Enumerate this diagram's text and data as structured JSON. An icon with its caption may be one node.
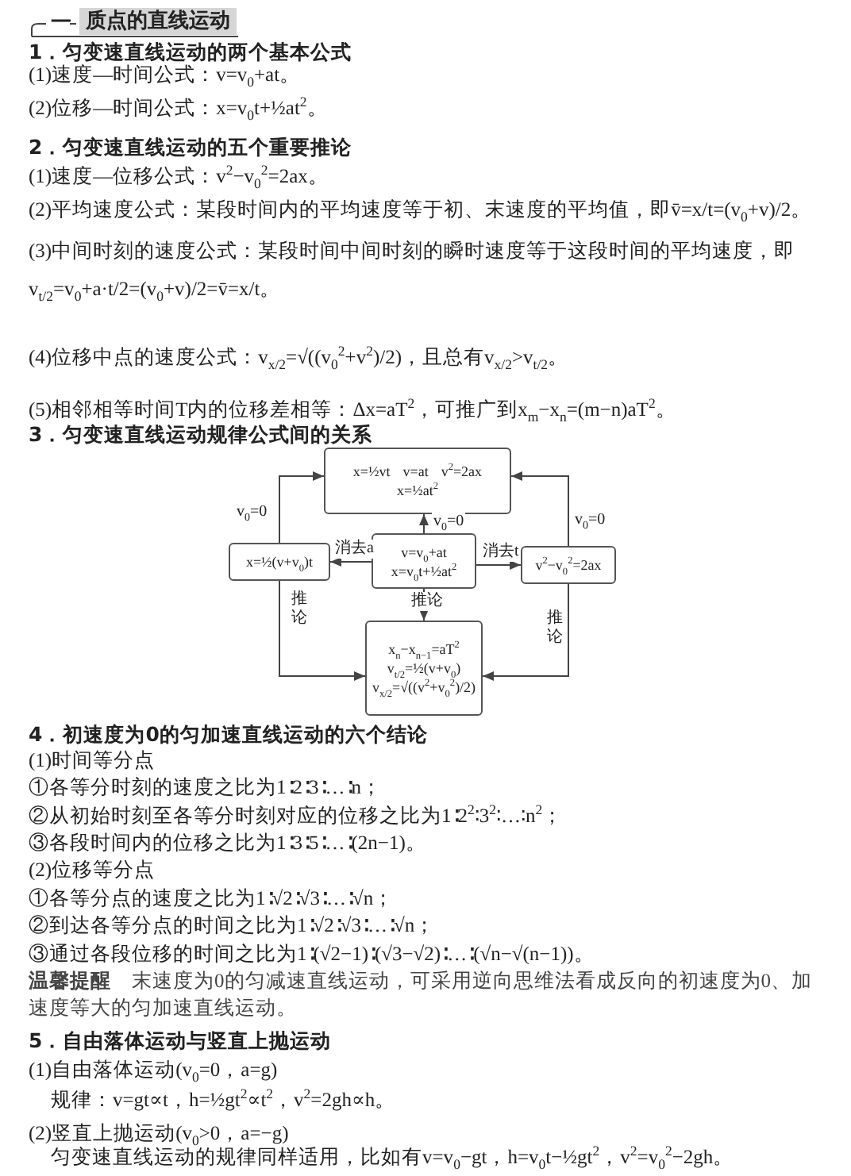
{
  "diagram": {
    "title": "质点的直线运动",
    "nodes": [
      {
        "text": [
          "x=½vt",
          "v=at",
          "v$^{2}$=2ax",
          "x=½at$^{2}$"
        ]
      },
      {
        "text": [
          "x=½(v+v$_{0}$)t"
        ]
      },
      {
        "text": [
          "v=v$_{0}$+at",
          "x=v$_{0}$t+½at$^{2}$"
        ]
      },
      {
        "text": [
          "v$^{2}$−v$_{0}$$^{2}$=2ax"
        ]
      },
      {
        "text": [
          "x$_{n}$−x$_{n−1}$=aT$^{2}$",
          "v$_{t/2}$=½(v+v$_{0}$)",
          "v$_{x/2}$=√((v$^{2}$+v$_{0}$$^{2}$)/2)"
        ]
      }
    ],
    "edges": [
      {
        "from": 2,
        "to": 0,
        "arrow": "to",
        "label": "v$_{0}$=0"
      },
      {
        "from": 2,
        "to": 1,
        "arrow": "to",
        "label": "消去a"
      },
      {
        "from": 2,
        "to": 3,
        "arrow": "to",
        "label": "消去t"
      },
      {
        "from": 2,
        "to": 4,
        "arrow": "to",
        "label": "推论"
      },
      {
        "from": 1,
        "to": 0,
        "arrow": "to",
        "label": "v$_{0}$=0"
      },
      {
        "from": 3,
        "to": 0,
        "arrow": "to",
        "label": "v$_{0}$=0"
      },
      {
        "from": 1,
        "to": 4,
        "arrow": "to",
        "label": "推论"
      },
      {
        "from": 3,
        "to": 4,
        "arrow": "to",
        "label": "推论"
      }
    ],
    "labels": [
      "一",
      "1．匀变速直线运动的两个基本公式",
      "(1)速度—时间公式：v=v$_{0}$+at。",
      "(2)位移—时间公式：x=v$_{0}$t+½at$^{2}$。",
      "2．匀变速直线运动的五个重要推论",
      "(1)速度—位移公式：v$^{2}$−v$_{0}$$^{2}$=2ax。",
      "(2)平均速度公式：某段时间内的平均速度等于初、末速度的平均值，即v̄=x/t=(v$_{0}$+v)/2。",
      "(3)中间时刻的速度公式：某段时间中间时刻的瞬时速度等于这段时间的平均速度，即",
      "v$_{t/2}$=v$_{0}$+a·t/2=(v$_{0}$+v)/2=v̄=x/t。",
      "(4)位移中点的速度公式：v$_{x/2}$=√((v$_{0}$$^{2}$+v$^{2}$)/2)，且总有v$_{x/2}$>v$_{t/2}$。",
      "(5)相邻相等时间T内的位移差相等：Δx=aT$^{2}$，可推广到x$_{m}$−x$_{n}$=(m−n)aT$^{2}$。",
      "3．匀变速直线运动规律公式间的关系",
      "4．初速度为0的匀加速直线运动的六个结论",
      "(1)时间等分点",
      "①各等分时刻的速度之比为1∶2∶3∶…∶n；",
      "②从初始时刻至各等分时刻对应的位移之比为1∶2$^{2}$∶3$^{2}$∶…∶n$^{2}$；",
      "③各段时间内的位移之比为1∶3∶5∶…∶(2n−1)。",
      "(2)位移等分点",
      "①各等分点的速度之比为1∶√2∶√3∶…∶√n；",
      "②到达各等分点的时间之比为1∶√2∶√3∶…∶√n；",
      "③通过各段位移的时间之比为1∶(√2−1)∶(√3−√2)∶…∶(√n−√(n−1))。",
      "**温馨提醒**　末速度为0的匀减速直线运动，可采用逆向思维法看成反向的初速度为0、加速度等大的匀加速直线运动。",
      "5．自由落体运动与竖直上抛运动",
      "(1)自由落体运动(v$_{0}$=0，a=g)",
      "规律：v=gt∝t，h=½gt$^{2}$∝t$^{2}$，v$^{2}$=2gh∝h。",
      "(2)竖直上抛运动(v$_{0}$>0，a=−g)",
      "匀变速直线运动的规律同样适用，比如有v=v$_{0}$−gt，h=v$_{0}$t−½gt$^{2}$，v$^{2}$=v$_{0}$$^{2}$−2gh。"
    ]
  }
}
